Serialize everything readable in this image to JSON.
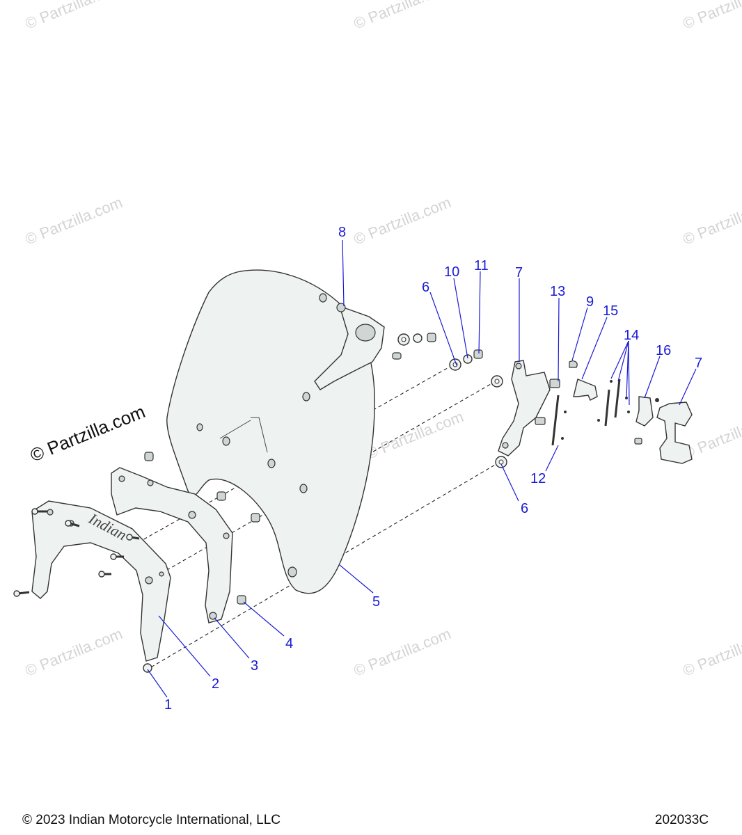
{
  "watermarks": {
    "small": "© Partzilla.com",
    "large": "© Partzilla.com"
  },
  "callouts": [
    {
      "id": "c1",
      "label": "1"
    },
    {
      "id": "c2",
      "label": "2"
    },
    {
      "id": "c3",
      "label": "3"
    },
    {
      "id": "c4",
      "label": "4"
    },
    {
      "id": "c5",
      "label": "5"
    },
    {
      "id": "c6a",
      "label": "6"
    },
    {
      "id": "c6b",
      "label": "6"
    },
    {
      "id": "c7a",
      "label": "7"
    },
    {
      "id": "c7b",
      "label": "7"
    },
    {
      "id": "c8",
      "label": "8"
    },
    {
      "id": "c9",
      "label": "9"
    },
    {
      "id": "c10",
      "label": "10"
    },
    {
      "id": "c11",
      "label": "11"
    },
    {
      "id": "c12",
      "label": "12"
    },
    {
      "id": "c13",
      "label": "13"
    },
    {
      "id": "c14",
      "label": "14"
    },
    {
      "id": "c15",
      "label": "15"
    },
    {
      "id": "c16",
      "label": "16"
    }
  ],
  "logo_text": "Indian",
  "footer": {
    "copyright": "© 2023 Indian Motorcycle International, LLC",
    "drawing_number": "202033C"
  },
  "colors": {
    "callout": "#1a1ad6",
    "watermark": "#d4d4d4",
    "line": "#333333",
    "part_fill": "#eef3f1"
  }
}
